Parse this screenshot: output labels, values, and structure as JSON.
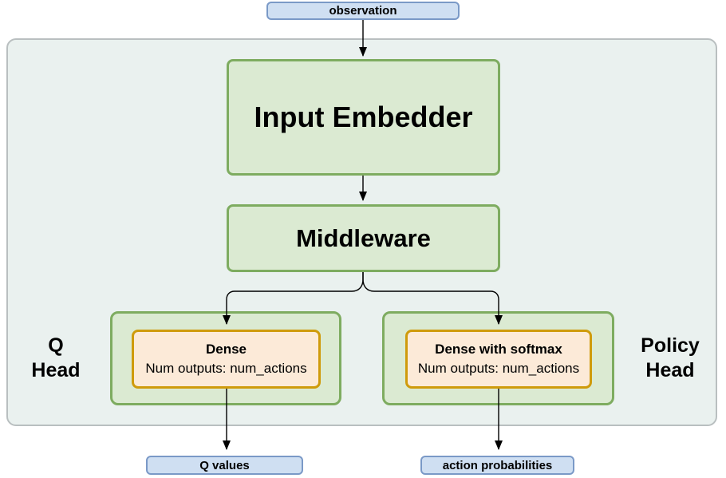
{
  "colors": {
    "canvas-bg": "#ffffff",
    "container-bg": "#eaf1ef",
    "container-border": "#b9bfc0",
    "green-fill": "#dbead2",
    "green-border": "#7eac60",
    "orange-fill": "#fcead8",
    "orange-border": "#cf9b0c",
    "blue-fill": "#cfdff2",
    "blue-border": "#7a99c7",
    "arrow": "#000000",
    "text": "#000000"
  },
  "nodes": {
    "observation": {
      "label": "observation"
    },
    "input_embedder": {
      "label": "Input Embedder"
    },
    "middleware": {
      "label": "Middleware"
    },
    "q_dense": {
      "title": "Dense",
      "subtitle": "Num outputs: num_actions"
    },
    "policy_dense": {
      "title": "Dense with softmax",
      "subtitle": "Num outputs: num_actions"
    },
    "q_values": {
      "label": "Q values"
    },
    "action_probabilities": {
      "label": "action probabilities"
    }
  },
  "labels": {
    "q_head": {
      "line1": "Q",
      "line2": "Head"
    },
    "policy_head": {
      "line1": "Policy",
      "line2": "Head"
    }
  }
}
